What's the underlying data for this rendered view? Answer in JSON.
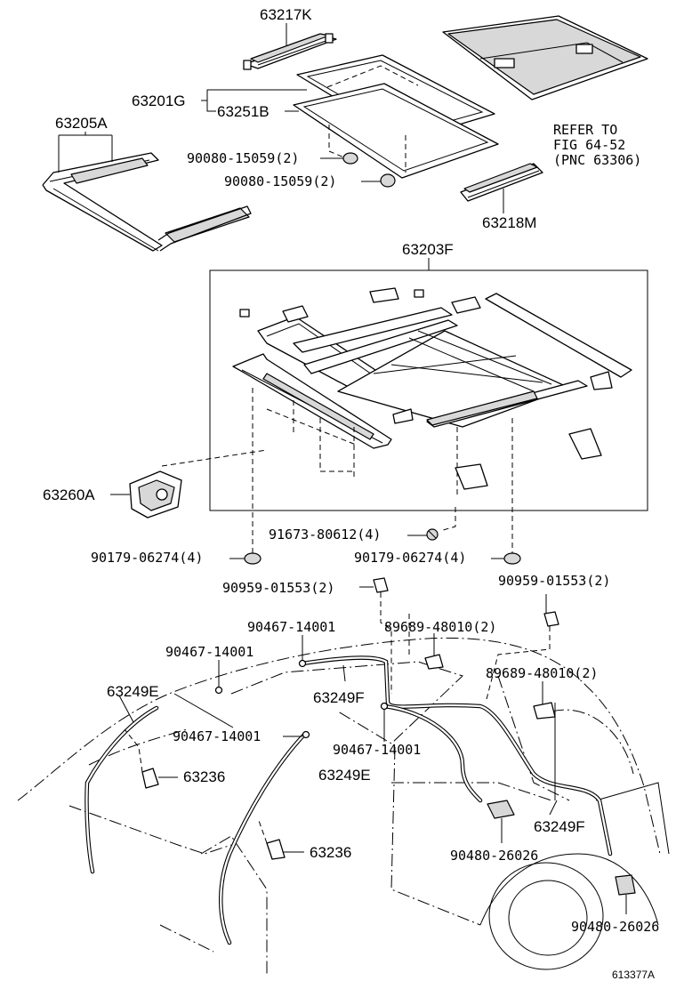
{
  "labels": {
    "p63217K": "63217K",
    "p63201G": "63201G",
    "p63251B": "63251B",
    "p63205A": "63205A",
    "p90080_a": "90080-15059(2)",
    "p90080_b": "90080-15059(2)",
    "refer_1": "REFER TO",
    "refer_2": "FIG 64-52",
    "refer_3": "(PNC 63306)",
    "p63218M": "63218M",
    "p63203F": "63203F",
    "p63260A": "63260A",
    "p90179_a": "90179-06274(4)",
    "p91673": "91673-80612(4)",
    "p90179_b": "90179-06274(4)",
    "p90959_a": "90959-01553(2)",
    "p90959_b": "90959-01553(2)",
    "p90467_a": "90467-14001",
    "p89689_a": "89689-48010(2)",
    "p90467_b": "90467-14001",
    "p89689_b": "89689-48010(2)",
    "p63249E_a": "63249E",
    "p63249F_a": "63249F",
    "p90467_c": "90467-14001",
    "p90467_d": "90467-14001",
    "p63236_a": "63236",
    "p63249E_b": "63249E",
    "p63249F_b": "63249F",
    "p63236_b": "63236",
    "p90480_a": "90480-26026",
    "p90480_b": "90480-26026",
    "fig_no": "613377A"
  }
}
